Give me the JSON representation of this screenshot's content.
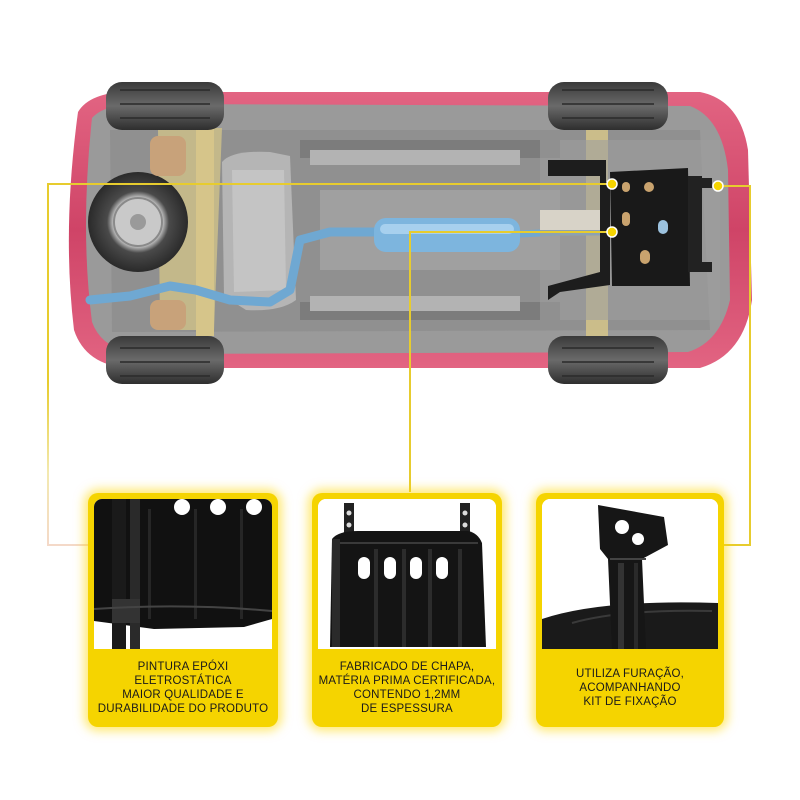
{
  "product": {
    "image": "car-underside-with-skid-plate",
    "accent_color": "#f5d400",
    "line_color": "#e7cc2e"
  },
  "features": [
    {
      "name": "coating",
      "icon": "plate-paint-detail",
      "caption_lines": [
        "PINTURA EPÓXI",
        "ELETROSTÁTICA",
        "MAIOR QUALIDADE E",
        "DURABILIDADE DO PRODUTO"
      ]
    },
    {
      "name": "material",
      "icon": "skid-plate-photo",
      "caption_lines": [
        "FABRICADO DE CHAPA,",
        "MATÉRIA PRIMA CERTIFICADA,",
        "CONTENDO 1,2MM",
        "DE ESPESSURA"
      ]
    },
    {
      "name": "mounting",
      "icon": "bracket-holes-detail",
      "caption_lines": [
        "UTILIZA FURAÇÃO,",
        "ACOMPANHANDO",
        "KIT DE FIXAÇÃO"
      ]
    }
  ]
}
